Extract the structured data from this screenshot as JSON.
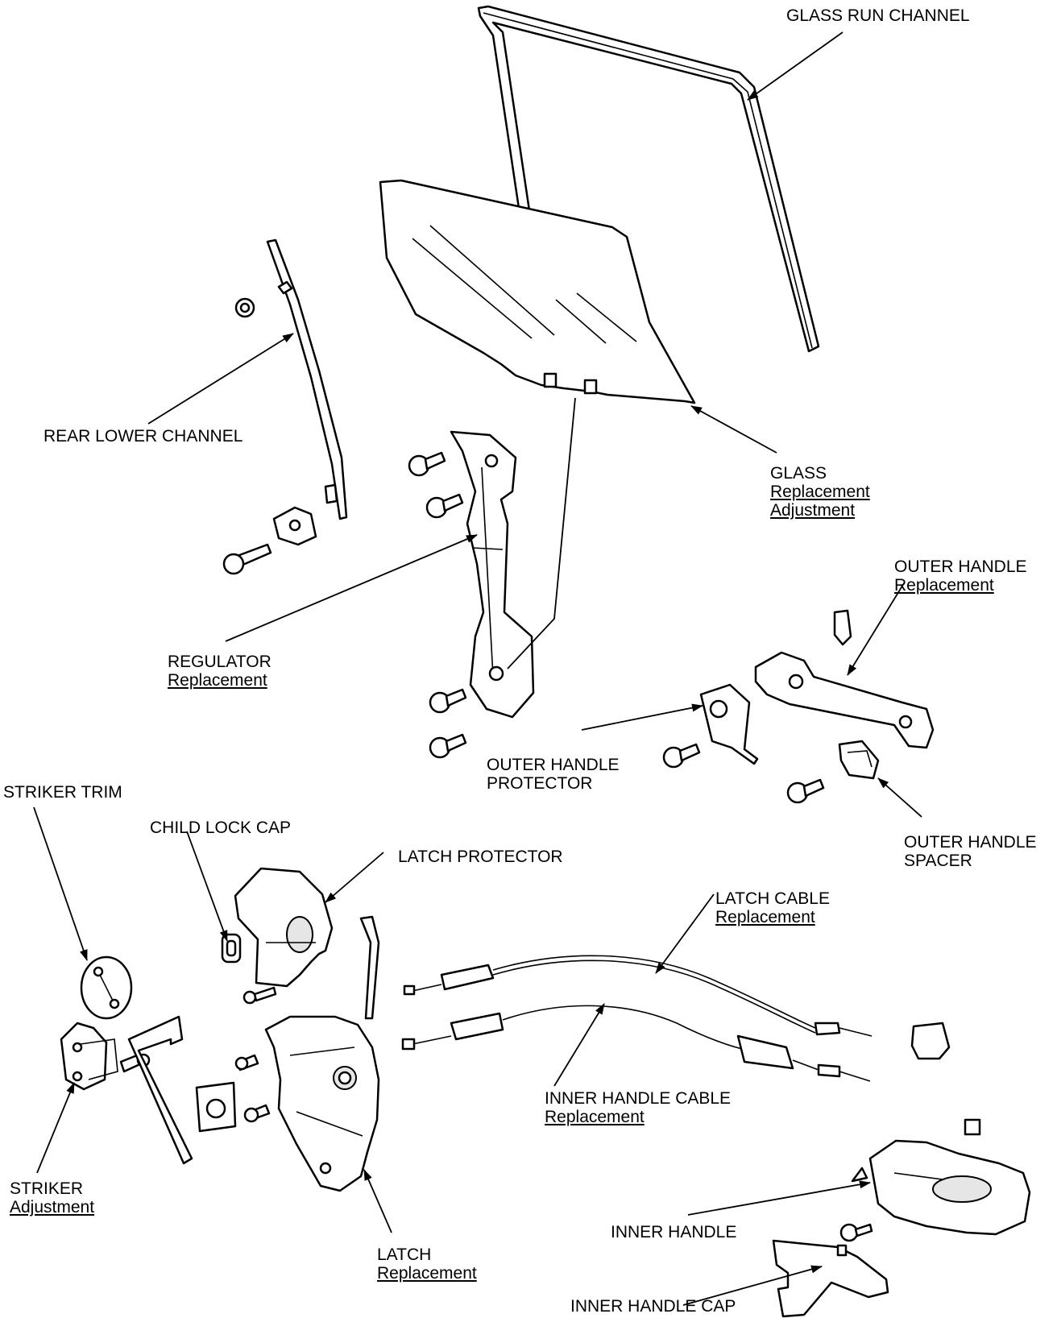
{
  "diagram": {
    "labels": {
      "glass_run_channel": {
        "lines": [
          "GLASS RUN CHANNEL"
        ],
        "links": []
      },
      "rear_lower_channel": {
        "lines": [
          "REAR LOWER CHANNEL"
        ],
        "links": []
      },
      "glass": {
        "lines": [
          "GLASS"
        ],
        "links": [
          "Replacement",
          "Adjustment"
        ]
      },
      "regulator": {
        "lines": [
          "REGULATOR"
        ],
        "links": [
          "Replacement"
        ]
      },
      "outer_handle": {
        "lines": [
          "OUTER HANDLE"
        ],
        "links": [
          "Replacement"
        ]
      },
      "outer_handle_protector": {
        "lines": [
          "OUTER HANDLE",
          "PROTECTOR"
        ],
        "links": []
      },
      "outer_handle_spacer": {
        "lines": [
          "OUTER HANDLE",
          "SPACER"
        ],
        "links": []
      },
      "striker_trim": {
        "lines": [
          "STRIKER TRIM"
        ],
        "links": []
      },
      "child_lock_cap": {
        "lines": [
          "CHILD LOCK CAP"
        ],
        "links": []
      },
      "latch_protector": {
        "lines": [
          "LATCH PROTECTOR"
        ],
        "links": []
      },
      "latch_cable": {
        "lines": [
          "LATCH CABLE"
        ],
        "links": [
          "Replacement"
        ]
      },
      "inner_handle_cable": {
        "lines": [
          "INNER HANDLE CABLE"
        ],
        "links": [
          "Replacement"
        ]
      },
      "striker": {
        "lines": [
          "STRIKER"
        ],
        "links": [
          "Adjustment"
        ]
      },
      "latch": {
        "lines": [
          "LATCH"
        ],
        "links": [
          "Replacement"
        ]
      },
      "inner_handle": {
        "lines": [
          "INNER HANDLE"
        ],
        "links": []
      },
      "inner_handle_cap": {
        "lines": [
          "INNER HANDLE CAP"
        ],
        "links": []
      }
    }
  }
}
